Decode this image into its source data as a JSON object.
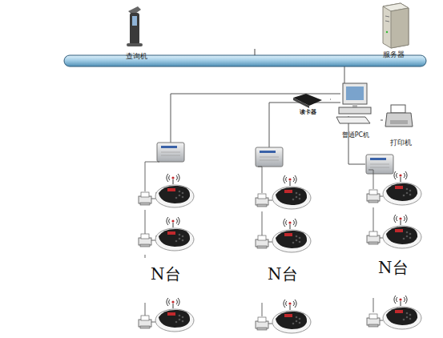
{
  "diagram": {
    "nodes": [
      {
        "text": [
          "查询机"
        ]
      },
      {
        "text": [
          "服务器"
        ]
      },
      {
        "text": [
          "读卡器"
        ]
      },
      {
        "text": [
          "普通PC机"
        ]
      },
      {
        "text": [
          "打印机"
        ]
      }
    ],
    "edges": [
      {
        "from": 2,
        "to": 3,
        "arrow": "none"
      },
      {
        "from": 3,
        "to": 4,
        "arrow": "none"
      }
    ],
    "labels": [
      "N台",
      "N台",
      "N台"
    ]
  }
}
